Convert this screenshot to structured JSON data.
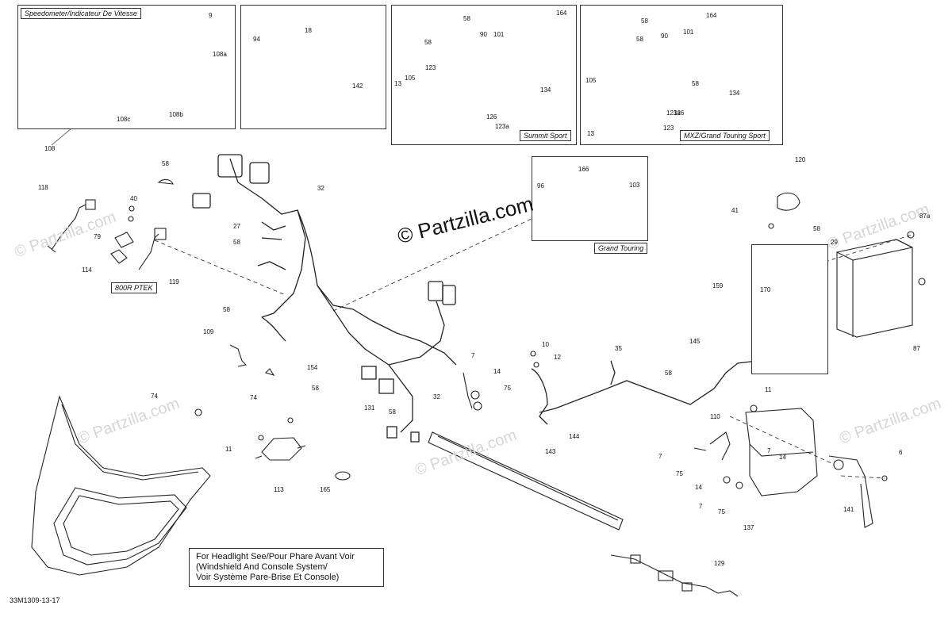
{
  "diagram_code": "33M1309-13-17",
  "watermark": "© Partzilla.com",
  "watermark_faint": "© Partzilla.com",
  "insets": {
    "speedometer": "Speedometer/Indicateur De Vitesse",
    "summit": "Summit Sport",
    "mxz": "MXZ/Grand Touring Sport",
    "grand_touring": "Grand Touring",
    "ptek": "800R PTEK"
  },
  "headlight_note": {
    "line1": "For Headlight See/Pour Phare Avant Voir",
    "line2": "(Windshield And Console System/",
    "line3": "Voir Système Pare-Brise Et Console)"
  },
  "callouts": {
    "c9": "9",
    "c108a": "108a",
    "c108c": "108c",
    "c108b": "108b",
    "c108": "108",
    "c94": "94",
    "c18": "18",
    "c142": "142",
    "s58a": "58",
    "s164": "164",
    "s58b": "58",
    "s90": "90",
    "s101": "101",
    "s123": "123",
    "s105": "105",
    "s13": "13",
    "s126": "126",
    "s123a": "123a",
    "s134": "134",
    "m58a": "58",
    "m164": "164",
    "m90": "90",
    "m101": "101",
    "m58b": "58",
    "m58c": "58",
    "m105": "105",
    "m134": "134",
    "m123a": "123a",
    "m126": "126",
    "m13": "13",
    "m123": "123",
    "c58top": "58",
    "c118": "118",
    "c40": "40",
    "c79": "79",
    "c114": "114",
    "c119": "119",
    "c32": "32",
    "c27": "27",
    "c58mid": "58",
    "c58left": "58",
    "c109": "109",
    "c74a": "74",
    "c154": "154",
    "c58conn": "58",
    "c131": "131",
    "c58low": "58",
    "c32b": "32",
    "c166": "166",
    "c96": "96",
    "c103": "103",
    "c120": "120",
    "c41": "41",
    "c87a": "87a",
    "c58bat": "58",
    "c29": "29",
    "c159": "159",
    "c170": "170",
    "c87": "87",
    "c10": "10",
    "c12": "12",
    "c7a": "7",
    "c14a": "14",
    "c75a": "75",
    "c35": "35",
    "c145": "145",
    "c58harn": "58",
    "c144": "144",
    "c11a": "11",
    "c110": "110",
    "c7b": "7",
    "c75b": "75",
    "c14b": "14",
    "c7c": "7",
    "c75c": "75",
    "c7d": "7",
    "c14c": "14",
    "c137": "137",
    "c141": "141",
    "c6": "6",
    "c74b": "74",
    "c11b": "11",
    "c113": "113",
    "c165": "165",
    "c143": "143",
    "c129": "129"
  }
}
